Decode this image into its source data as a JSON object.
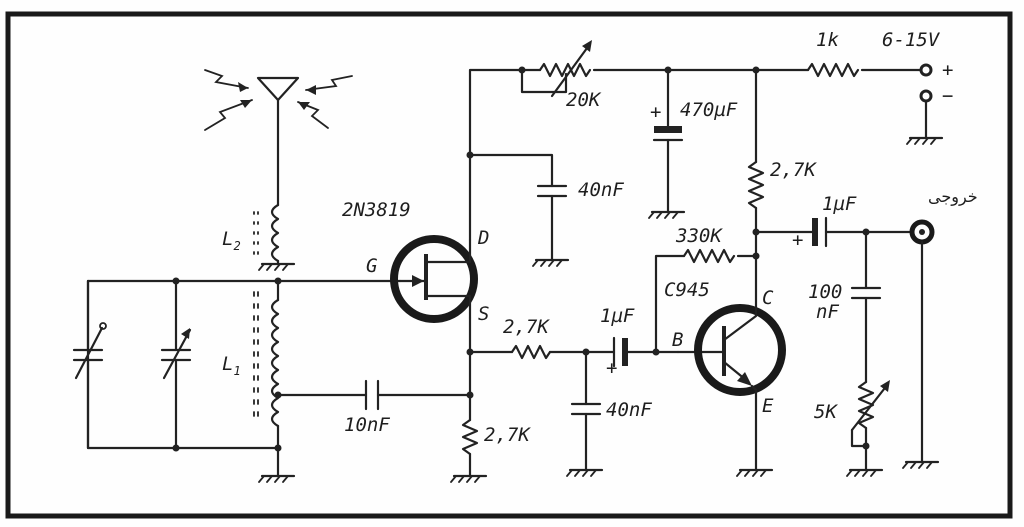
{
  "components": {
    "jfet": {
      "part": "2N3819",
      "gate": "G",
      "drain": "D",
      "source": "S"
    },
    "bjt": {
      "part": "C945",
      "base": "B",
      "collector": "C",
      "emitter": "E"
    },
    "inductors": {
      "l2_letter": "L",
      "l2_index": "2",
      "l1_letter": "L",
      "l1_index": "1"
    },
    "resistors": {
      "trim": "20K",
      "supply": "1k",
      "collector": "2,7K",
      "feedback": "330K",
      "source_series": "2,7K",
      "source_ground": "2,7K",
      "output_pot": "5K"
    },
    "capacitors": {
      "reservoir": "470µF",
      "drain_bypass": "40nF",
      "coupling_tap": "10nF",
      "base_filter": "40nF",
      "base_coupling": "1µF",
      "output_coupling": "1µF",
      "output_shunt_value": "100",
      "output_shunt_unit": "nF"
    },
    "polarity": {
      "plus": "+"
    }
  },
  "supply": {
    "voltage": "6-15V",
    "positive": "+",
    "negative": "−"
  },
  "output": {
    "label": "خروجی"
  }
}
